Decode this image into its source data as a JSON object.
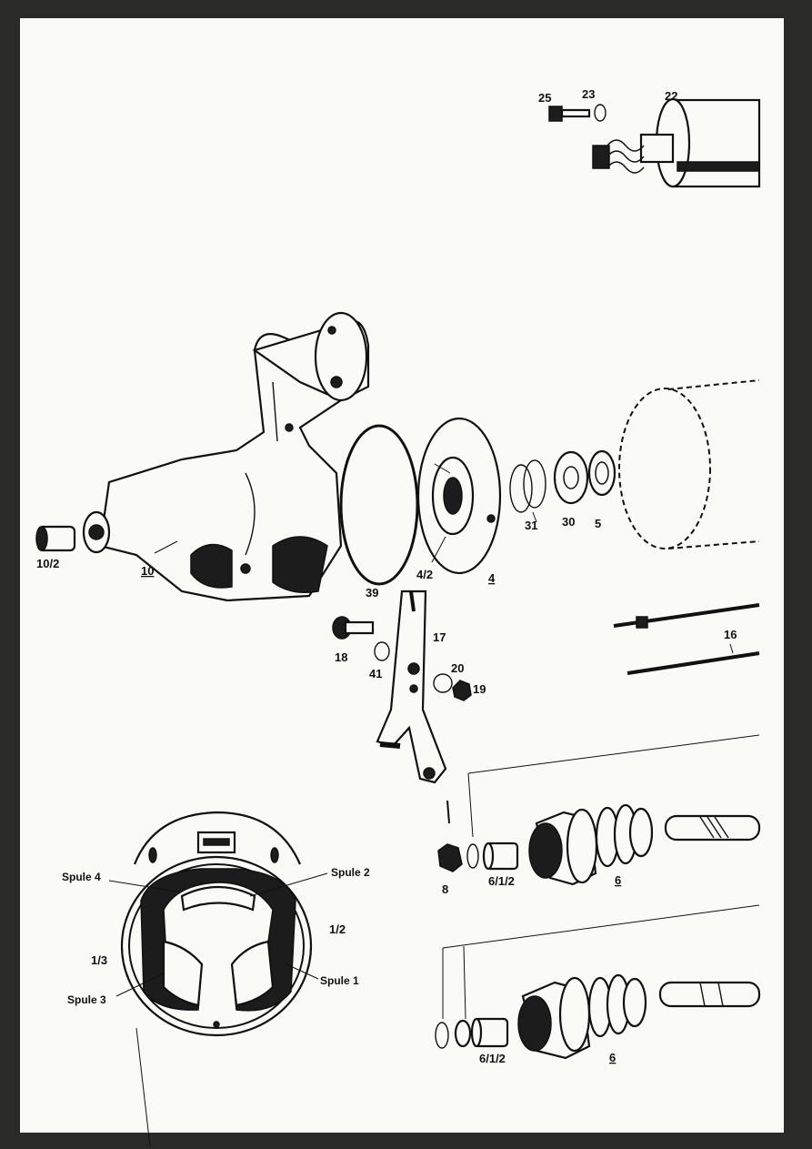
{
  "labels": {
    "p25": "25",
    "p23": "23",
    "p22": "22",
    "p10_2": "10/2",
    "p10": "10",
    "p39": "39",
    "p4_2": "4/2",
    "p4": "4",
    "p31": "31",
    "p30": "30",
    "p5": "5",
    "p16": "16",
    "p17": "17",
    "p18": "18",
    "p41": "41",
    "p20": "20",
    "p19": "19",
    "p8": "8",
    "p6_1_2_a": "6/1/2",
    "p6_a": "6",
    "p6_1_2_b": "6/1/2",
    "p6_b": "6",
    "spule4": "Spule 4",
    "spule2": "Spule 2",
    "spule3": "Spule 3",
    "spule1": "Spule 1",
    "n1_2": "1/2",
    "n1_3": "1/3"
  },
  "colors": {
    "paper": "#fafaf7",
    "ink": "#111111",
    "border": "#2a2a28"
  }
}
